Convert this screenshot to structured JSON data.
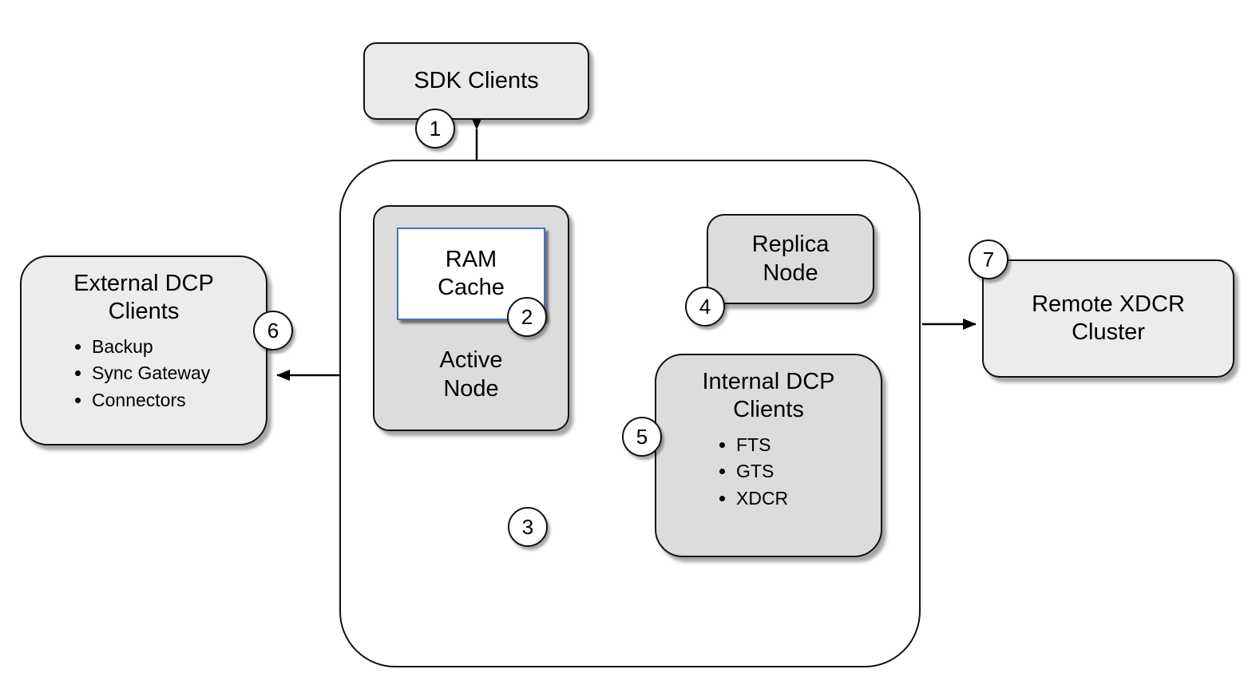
{
  "colors": {
    "node_fill": "#dcdcdc",
    "panel_fill": "#ececec",
    "ram_cache_border": "#4472c4",
    "connector": "#000000"
  },
  "nodes": {
    "sdk_clients": {
      "label": "SDK Clients"
    },
    "ram_cache": {
      "label": "RAM Cache"
    },
    "active_node": {
      "label": "Active Node"
    },
    "replica_node": {
      "label": "Replica Node"
    },
    "internal_dcp": {
      "title": "Internal DCP Clients",
      "items": [
        "FTS",
        "GTS",
        "XDCR"
      ]
    },
    "external_dcp": {
      "title": "External DCP Clients",
      "items": [
        "Backup",
        "Sync Gateway",
        "Connectors"
      ]
    },
    "remote_xdcr": {
      "label": "Remote XDCR Cluster"
    }
  },
  "badges": [
    "1",
    "2",
    "3",
    "4",
    "5",
    "6",
    "7"
  ],
  "connections": [
    {
      "from": "sdk_clients",
      "to": "active_node",
      "bidirectional": true
    },
    {
      "from": "ram_cache",
      "to": "replica_node",
      "bidirectional": false
    },
    {
      "from": "active_node",
      "to": "disk_storage",
      "bidirectional": true
    },
    {
      "from": "active_node",
      "to": "internal_dcp",
      "bidirectional": false
    },
    {
      "from": "active_node",
      "to": "external_dcp",
      "bidirectional": false
    },
    {
      "from": "cluster_boundary",
      "to": "remote_xdcr",
      "bidirectional": false
    }
  ]
}
